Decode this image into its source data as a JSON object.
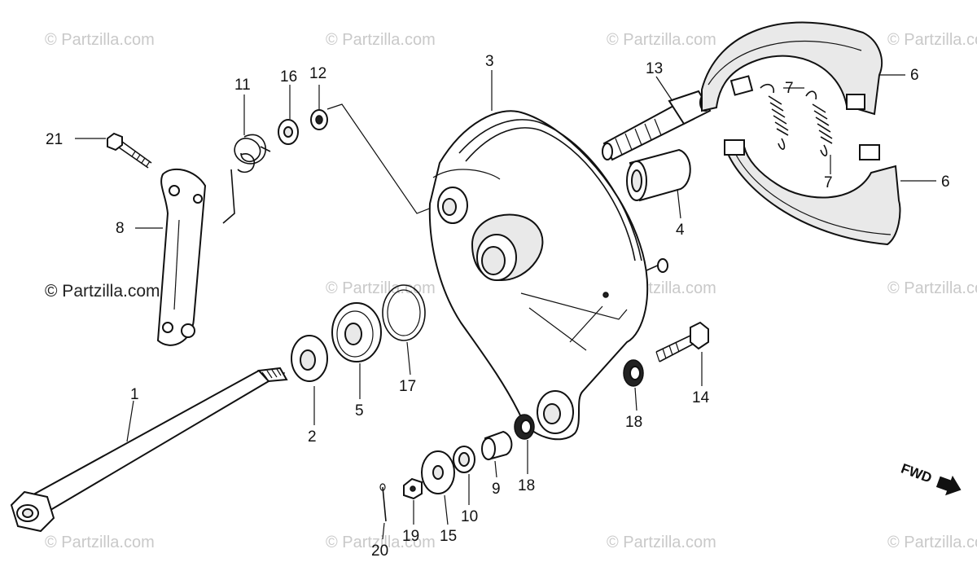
{
  "watermark": {
    "text": "© Partzilla.com",
    "prominent_text": "© Partzilla.com"
  },
  "direction_indicator": {
    "label": "FWD"
  },
  "callouts": {
    "c1": "1",
    "c2": "2",
    "c3": "3",
    "c4": "4",
    "c5": "5",
    "c6a": "6",
    "c6b": "6",
    "c7a": "7",
    "c7b": "7",
    "c8": "8",
    "c9": "9",
    "c10": "10",
    "c11": "11",
    "c12": "12",
    "c13": "13",
    "c14": "14",
    "c15": "15",
    "c16": "16",
    "c17": "17",
    "c18a": "18",
    "c18b": "18",
    "c19": "19",
    "c20": "20",
    "c21": "21"
  }
}
